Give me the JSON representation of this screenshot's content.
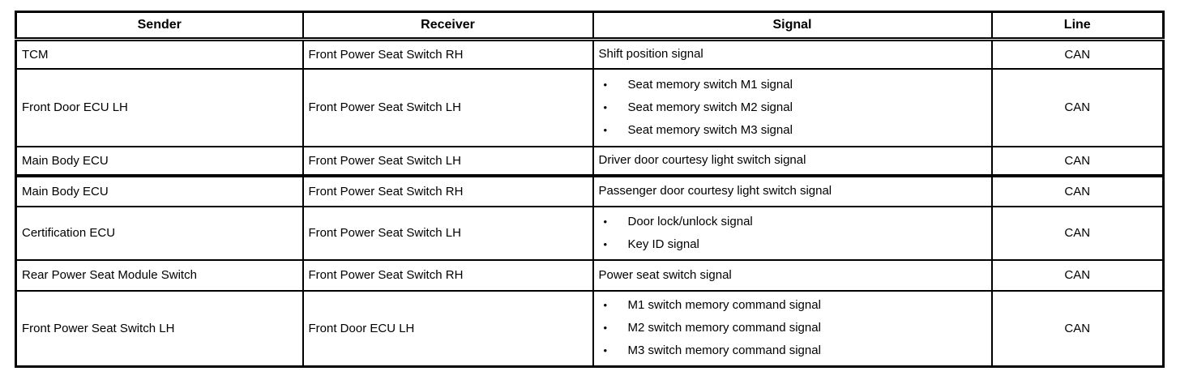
{
  "page": {
    "background_color": "#ffffff",
    "border_color": "#000000",
    "text_color": "#000000"
  },
  "table": {
    "bullet_glyph": "•",
    "columns": [
      {
        "key": "sender",
        "label": "Sender"
      },
      {
        "key": "receiver",
        "label": "Receiver"
      },
      {
        "key": "signal",
        "label": "Signal"
      },
      {
        "key": "line",
        "label": "Line"
      }
    ],
    "rows": [
      {
        "sender": "TCM",
        "receiver": "Front Power Seat Switch RH",
        "signals": [
          "Shift position signal"
        ],
        "bulleted": false,
        "line": "CAN",
        "thick_top": false
      },
      {
        "sender": "Front Door ECU LH",
        "receiver": "Front Power Seat Switch LH",
        "signals": [
          "Seat memory switch M1 signal",
          "Seat memory switch M2 signal",
          "Seat memory switch M3 signal"
        ],
        "bulleted": true,
        "line": "CAN",
        "thick_top": false
      },
      {
        "sender": "Main Body ECU",
        "receiver": "Front Power Seat Switch LH",
        "signals": [
          "Driver door courtesy light switch signal"
        ],
        "bulleted": false,
        "line": "CAN",
        "thick_top": false
      },
      {
        "sender": "Main Body ECU",
        "receiver": "Front Power Seat Switch RH",
        "signals": [
          "Passenger door courtesy light switch signal"
        ],
        "bulleted": false,
        "line": "CAN",
        "thick_top": true
      },
      {
        "sender": "Certification ECU",
        "receiver": "Front Power Seat Switch LH",
        "signals": [
          "Door lock/unlock signal",
          "Key ID signal"
        ],
        "bulleted": true,
        "line": "CAN",
        "thick_top": false
      },
      {
        "sender": "Rear Power Seat Module Switch",
        "receiver": "Front Power Seat Switch RH",
        "signals": [
          "Power seat switch signal"
        ],
        "bulleted": false,
        "line": "CAN",
        "thick_top": false
      },
      {
        "sender": "Front Power Seat Switch LH",
        "receiver": "Front Door ECU LH",
        "signals": [
          "M1 switch memory command signal",
          "M2 switch memory command signal",
          "M3 switch memory command signal"
        ],
        "bulleted": true,
        "line": "CAN",
        "thick_top": false
      }
    ]
  }
}
